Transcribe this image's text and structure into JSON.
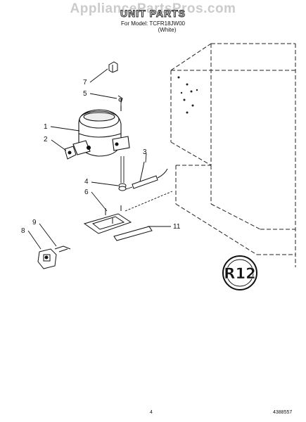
{
  "watermark": "AppliancePartsPros.com",
  "header": {
    "title": "UNIT PARTS",
    "model_line": "For Model: TCFR18JW00",
    "color_line": "(White)"
  },
  "callouts": [
    "1",
    "2",
    "3",
    "4",
    "5",
    "6",
    "7",
    "8",
    "9",
    "11"
  ],
  "seal_text": "R12",
  "footer": {
    "page_number": "4",
    "doc_number": "4388557"
  }
}
